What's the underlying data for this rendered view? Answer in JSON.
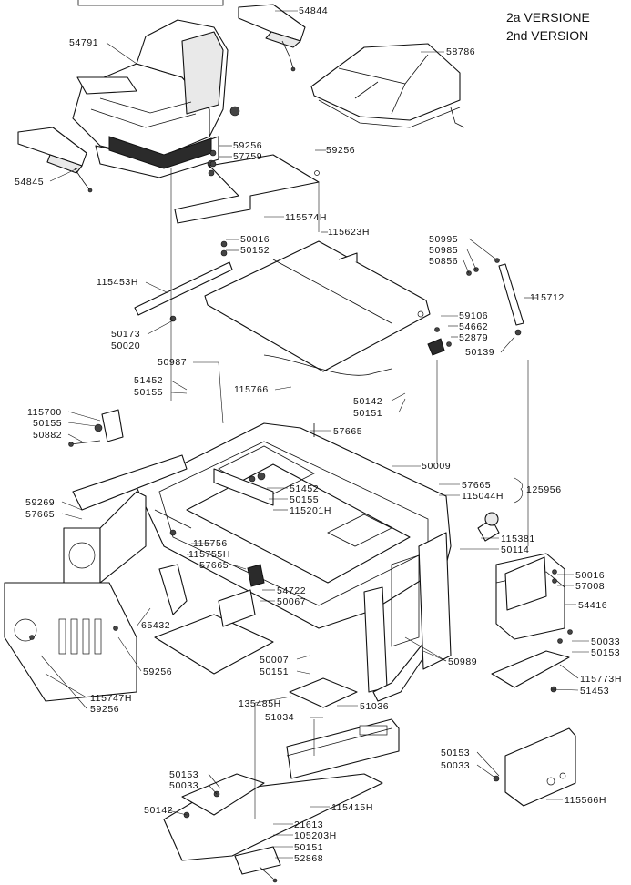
{
  "version": {
    "line1": "2a VERSIONE",
    "line2": "2nd VERSION"
  },
  "parts": {
    "p54844": "54844",
    "p54791": "54791",
    "p58786": "58786",
    "p59256a": "59256",
    "p57759": "57759",
    "p59256b": "59256",
    "p54845": "54845",
    "p115574H": "115574H",
    "p50016a": "50016",
    "p50152": "50152",
    "p115623H": "115623H",
    "p50995": "50995",
    "p50985": "50985",
    "p50856": "50856",
    "p115453H": "115453H",
    "p115712": "115712",
    "p59106": "59106",
    "p54662": "54662",
    "p52879": "52879",
    "p50173": "50173",
    "p50020": "50020",
    "p50139": "50139",
    "p50987": "50987",
    "p51452a": "51452",
    "p50155a": "50155",
    "p115766": "115766",
    "p50142a": "50142",
    "p50151a": "50151",
    "p115700": "115700",
    "p50155b": "50155",
    "p50882": "50882",
    "p57665a": "57665",
    "p50009": "50009",
    "p51452b": "51452",
    "p50155c": "50155",
    "p115201H": "115201H",
    "p57665b": "57665",
    "p115044H": "115044H",
    "p125956": "125956",
    "p59269": "59269",
    "p57665c": "57665",
    "p115381": "115381",
    "p50114": "50114",
    "p115756": "115756",
    "p115755H": "115755H",
    "p57665d": "57665",
    "p54722": "54722",
    "p50067": "50067",
    "p50016b": "50016",
    "p57008": "57008",
    "p54416": "54416",
    "p65432": "65432",
    "p59256c": "59256",
    "p50033a": "50033",
    "p50153a": "50153",
    "p50007": "50007",
    "p50151b": "50151",
    "p50989": "50989",
    "p115773H": "115773H",
    "p51453": "51453",
    "p115747H": "115747H",
    "p59256d": "59256",
    "p135485H": "135485H",
    "p51036": "51036",
    "p51034": "51034",
    "p50153b": "50153",
    "p50033b": "50033",
    "p50153c": "50153",
    "p50033c": "50033",
    "p115566H": "115566H",
    "p115415H": "115415H",
    "p50142b": "50142",
    "p21613": "21613",
    "p105203H": "105203H",
    "p50151c": "50151",
    "p52868": "52868"
  }
}
